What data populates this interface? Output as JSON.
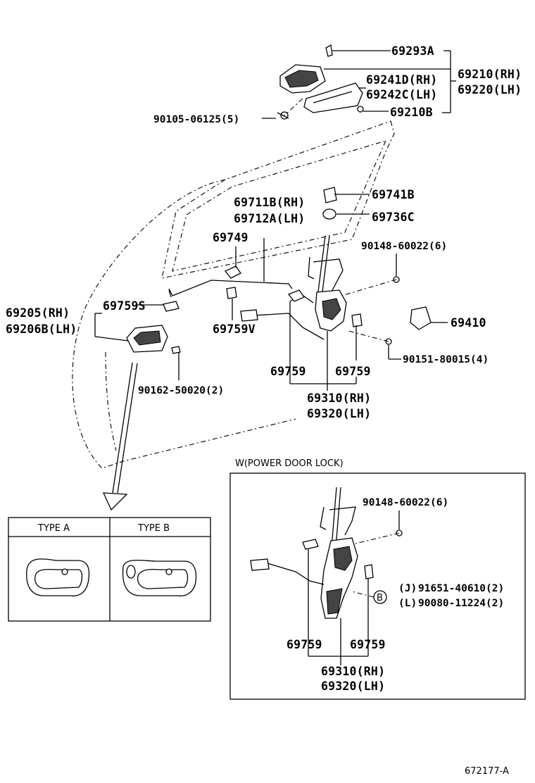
{
  "labels": {
    "p69293A": "69293A",
    "p69210": "69210(RH)",
    "p69220": "69220(LH)",
    "p69241D": "69241D(RH)",
    "p69242C": "69242C(LH)",
    "p69210B": "69210B",
    "b90105": "90105-06125(5)",
    "p69711B": "69711B(RH)",
    "p69712A": "69712A(LH)",
    "p69741B": "69741B",
    "p69736C": "69736C",
    "p69749": "69749",
    "b90148": "90148-60022(6)",
    "p69205": "69205(RH)",
    "p69206B": "69206B(LH)",
    "p69759S": "69759S",
    "p69759V": "69759V",
    "p69410": "69410",
    "b90151": "90151-80015(4)",
    "p69759a": "69759",
    "p69759b": "69759",
    "b90162": "90162-50020(2)",
    "p69310": "69310(RH)",
    "p69320": "69320(LH)"
  },
  "inset_types": {
    "type_a": "TYPE A",
    "type_b": "TYPE B"
  },
  "power_lock": {
    "title": "W(POWER DOOR LOCK)",
    "bolt": "90148-60022(6)",
    "screw_j": "91651-40610(2)",
    "screw_l": "90080-11224(2)",
    "mark_j": "(J)",
    "mark_l": "(L)",
    "circle_b": "B",
    "p69759a": "69759",
    "p69759b": "69759",
    "p69310": "69310(RH)",
    "p69320": "69320(LH)"
  },
  "figure_id": "672177-A"
}
